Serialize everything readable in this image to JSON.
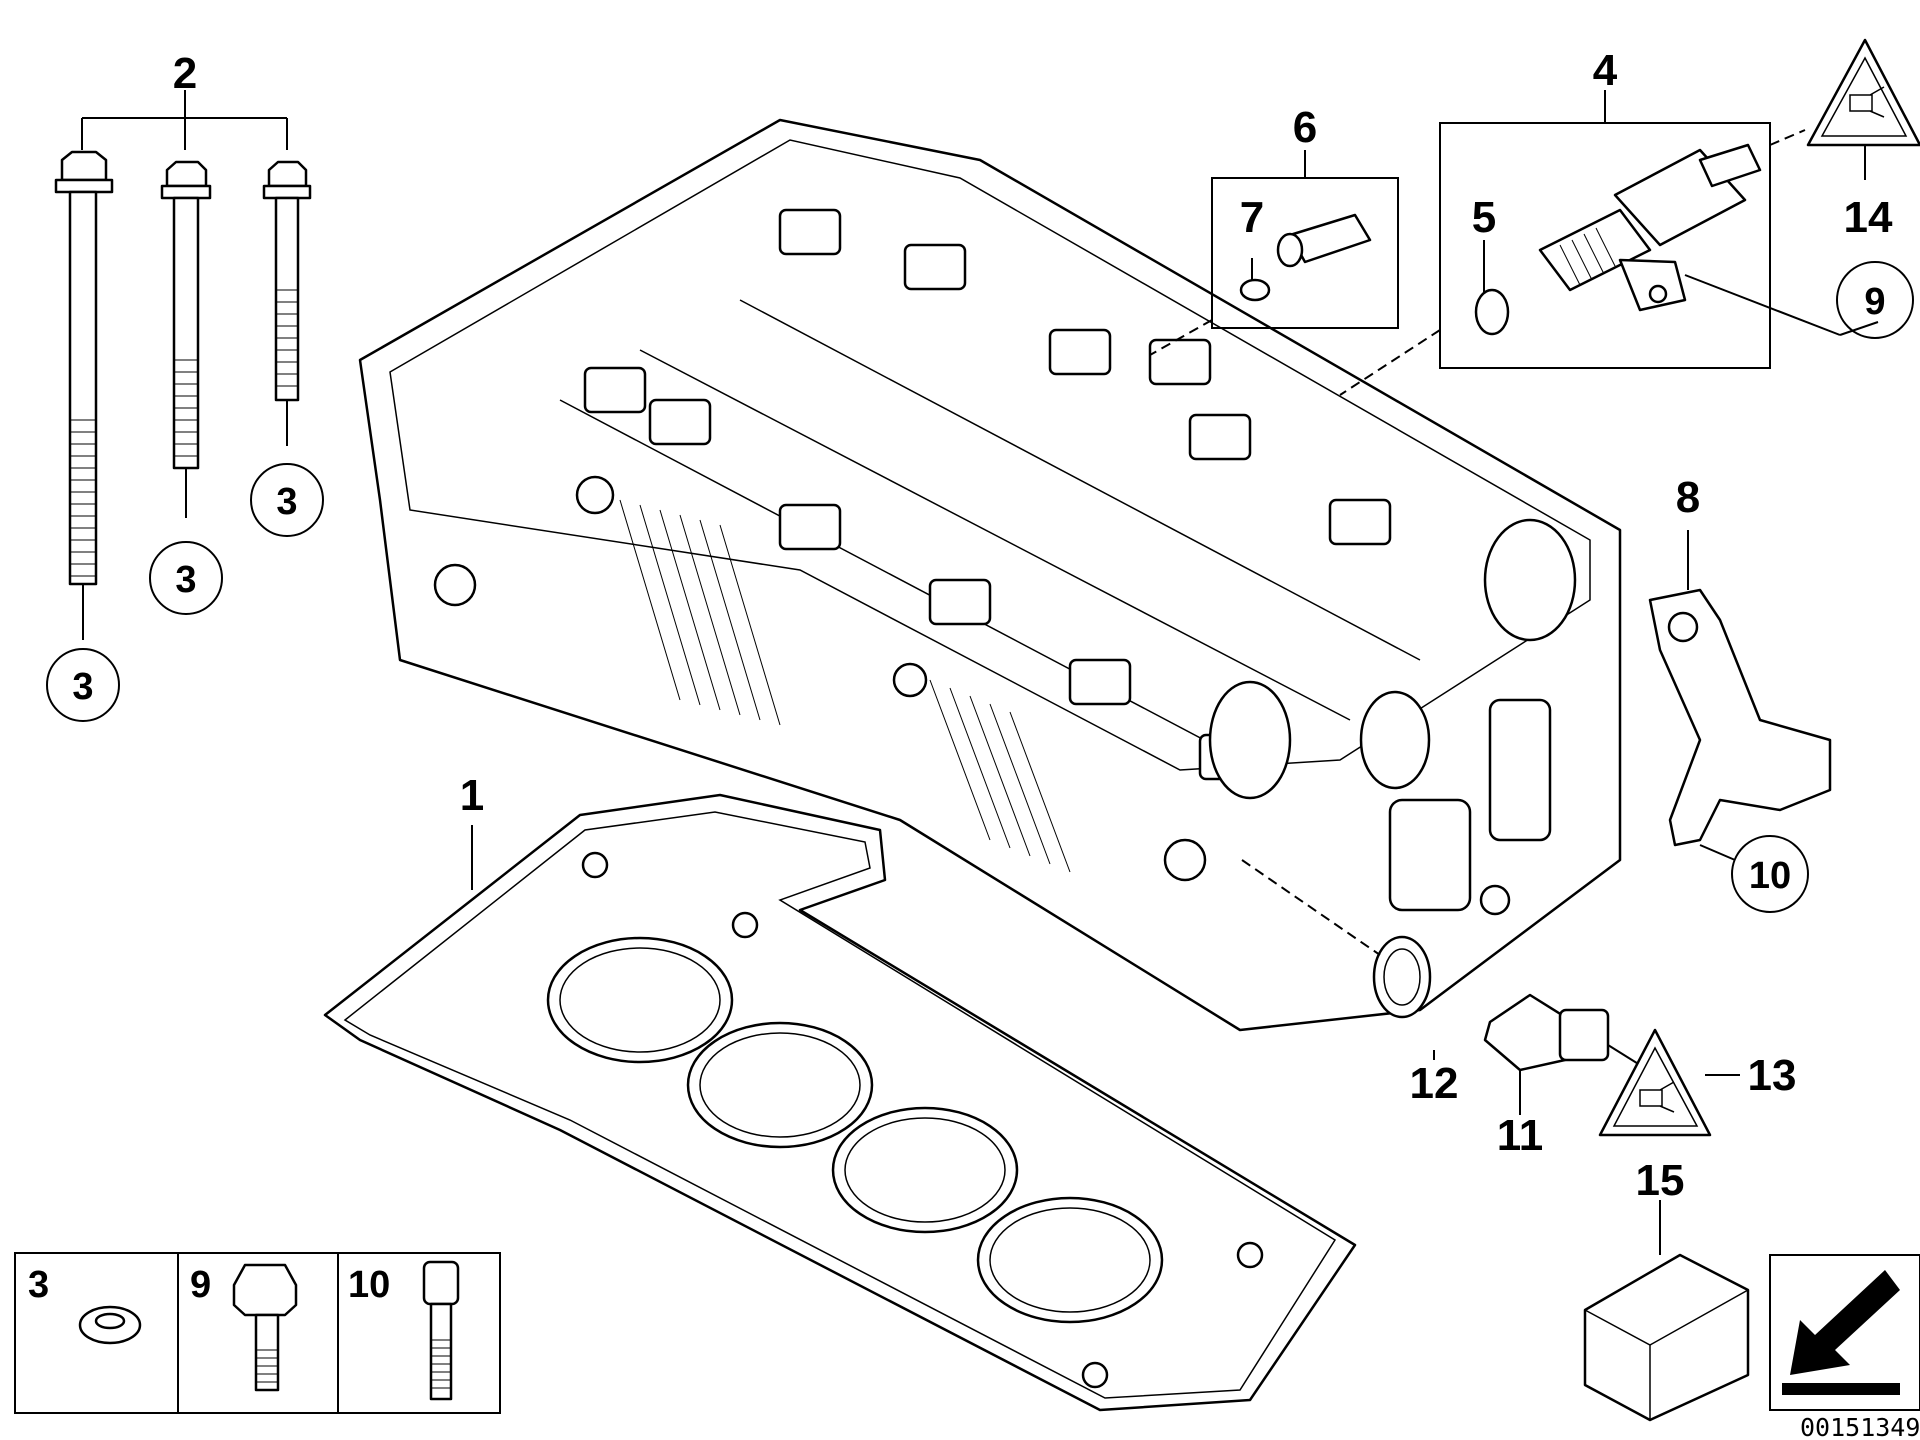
{
  "diagram": {
    "callouts": {
      "c1": "1",
      "c2": "2",
      "c3a": "3",
      "c3b": "3",
      "c3c": "3",
      "c4": "4",
      "c5": "5",
      "c6": "6",
      "c7": "7",
      "c8": "8",
      "c9": "9",
      "c10": "10",
      "c11": "11",
      "c12": "12",
      "c13": "13",
      "c14": "14",
      "c15": "15"
    },
    "legend": {
      "cell1": "3",
      "cell2": "9",
      "cell3": "10"
    },
    "reference_number": "00151349"
  },
  "colors": {
    "line": "#000000",
    "background": "#ffffff"
  }
}
